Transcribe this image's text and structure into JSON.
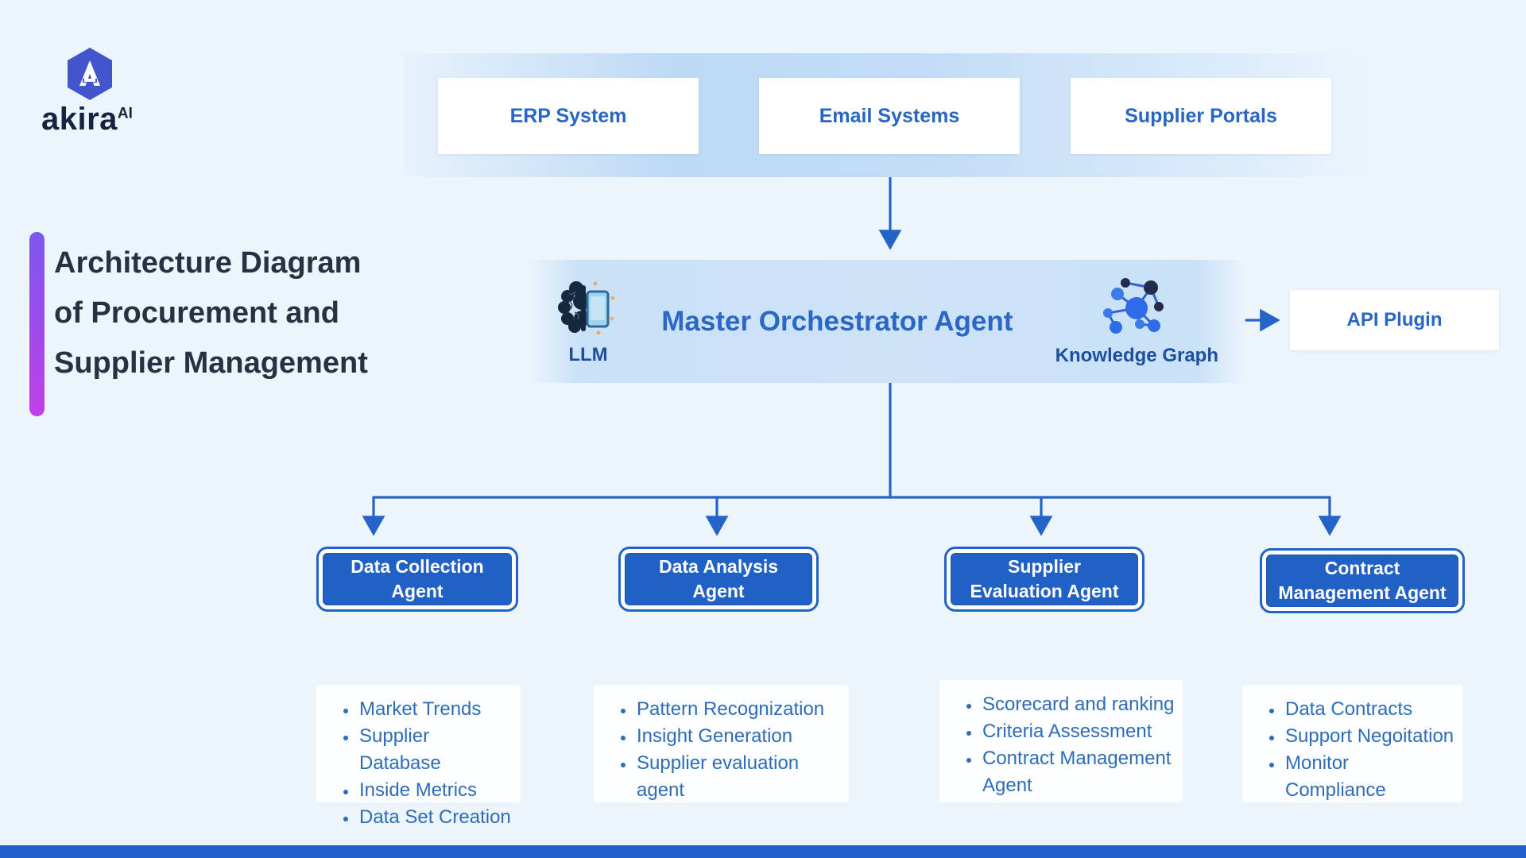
{
  "brand": {
    "wordmark": "akira",
    "superscript": "AI"
  },
  "title": {
    "lines": [
      "Architecture Diagram",
      "of Procurement and",
      "Supplier Management"
    ]
  },
  "sources": {
    "items": [
      {
        "label": "ERP System"
      },
      {
        "label": "Email Systems"
      },
      {
        "label": "Supplier Portals"
      }
    ]
  },
  "orchestrator": {
    "title": "Master Orchestrator Agent",
    "llm_label": "LLM",
    "kg_label": "Knowledge Graph"
  },
  "api_plugin": {
    "label": "API Plugin"
  },
  "agents": [
    {
      "label": "Data Collection Agent",
      "label_lines": [
        "Data Collection",
        "Agent"
      ],
      "items": [
        "Market Trends",
        "Supplier Database",
        "Inside Metrics",
        "Data Set Creation"
      ]
    },
    {
      "label": "Data Analysis Agent",
      "label_lines": [
        "Data Analysis",
        "Agent"
      ],
      "items": [
        "Pattern Recognization",
        "Insight Generation",
        "Supplier evaluation agent"
      ]
    },
    {
      "label": "Supplier Evaluation Agent",
      "label_lines": [
        "Supplier",
        "Evaluation Agent"
      ],
      "items": [
        "Scorecard and ranking",
        "Criteria Assessment",
        "Contract Management Agent"
      ]
    },
    {
      "label": "Contract Management Agent",
      "label_lines": [
        "Contract",
        "Management Agent"
      ],
      "items": [
        "Data Contracts",
        "Support Negoitation",
        "Monitor Compliance"
      ]
    }
  ],
  "icons": {
    "logo": "hexagon-with-A",
    "llm": "brain-with-device",
    "knowledge_graph": "network-nodes"
  },
  "colors": {
    "background": "#ecf4fc",
    "accent_blue": "#2160c4",
    "arrow_blue": "#2563c8",
    "label_blue": "#2766c2",
    "list_text": "#2e6cb8",
    "title_text": "#273142",
    "band_blue": "#c3ddf6",
    "gradient_bar_top": "#7c57ee",
    "gradient_bar_bottom": "#c13fe8",
    "footer_bar": "#2160c8"
  }
}
